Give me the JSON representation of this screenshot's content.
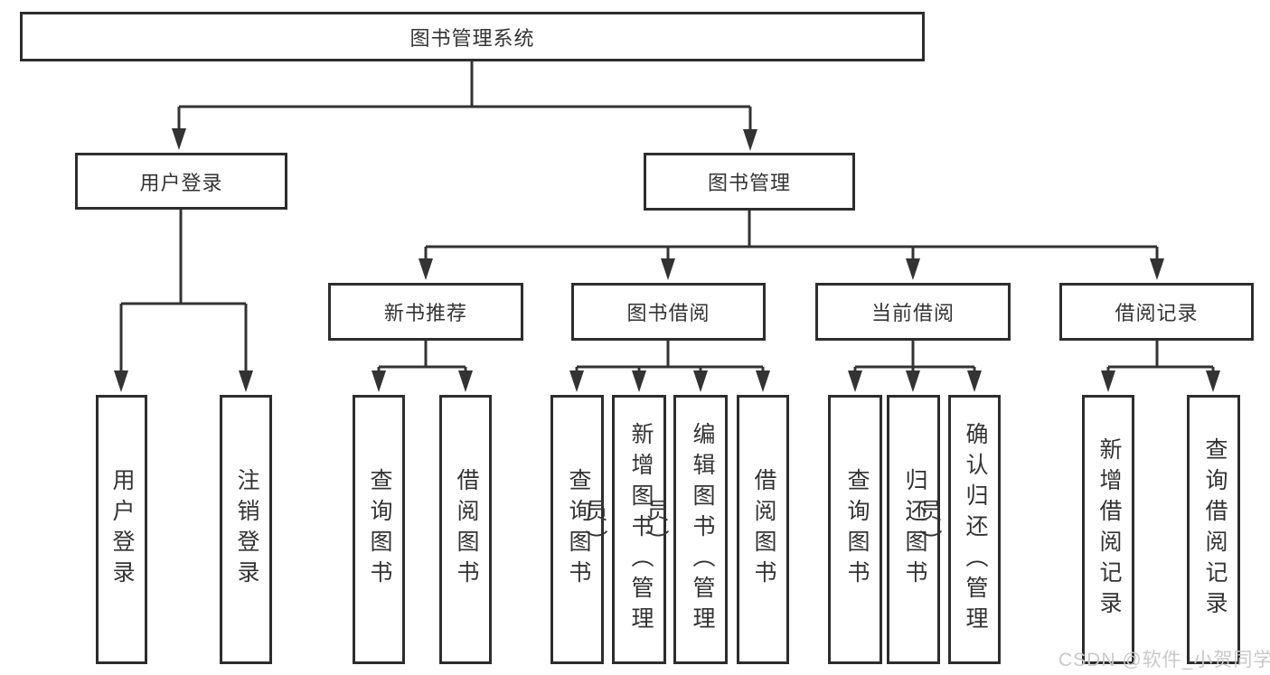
{
  "tree": {
    "root": {
      "label": "图书管理系统"
    },
    "branches": [
      {
        "label": "用户登录",
        "children": [
          {
            "label": "用户登录"
          },
          {
            "label": "注销登录"
          }
        ]
      },
      {
        "label": "图书管理",
        "children": [
          {
            "label": "新书推荐",
            "children": [
              {
                "label": "查询图书"
              },
              {
                "label": "借阅图书"
              }
            ]
          },
          {
            "label": "图书借阅",
            "children": [
              {
                "label": "查询图书"
              },
              {
                "label": "新增图书（管理员）"
              },
              {
                "label": "编辑图书（管理员）"
              },
              {
                "label": "借阅图书"
              }
            ]
          },
          {
            "label": "当前借阅",
            "children": [
              {
                "label": "查询图书"
              },
              {
                "label": "归还图书"
              },
              {
                "label": "确认归还（管理员）"
              }
            ]
          },
          {
            "label": "借阅记录",
            "children": [
              {
                "label": "新增借阅记录"
              },
              {
                "label": "查询借阅记录"
              }
            ]
          }
        ]
      }
    ]
  },
  "watermark": {
    "text": "CSDN @软件_小贺同学"
  },
  "colors": {
    "line": "#333333",
    "box_border": "#2d2d2d",
    "text": "#333333",
    "watermark": "#c9c9c9",
    "background": "#ffffff"
  }
}
